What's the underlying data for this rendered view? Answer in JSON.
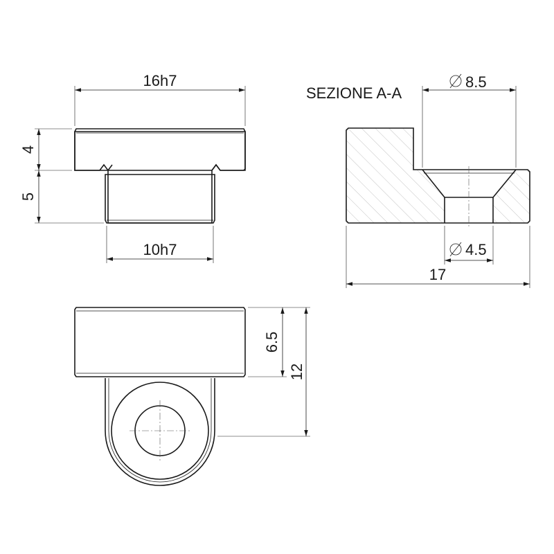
{
  "section_title": "SEZIONE A-A",
  "dimensions": {
    "top_width": "16h7",
    "top_height": "4",
    "neck_height": "5",
    "neck_width": "10h7",
    "counterbore_diameter": "8.5",
    "hole_diameter": "4.5",
    "section_length": "17",
    "head_height": "6.5",
    "total_height": "12"
  }
}
